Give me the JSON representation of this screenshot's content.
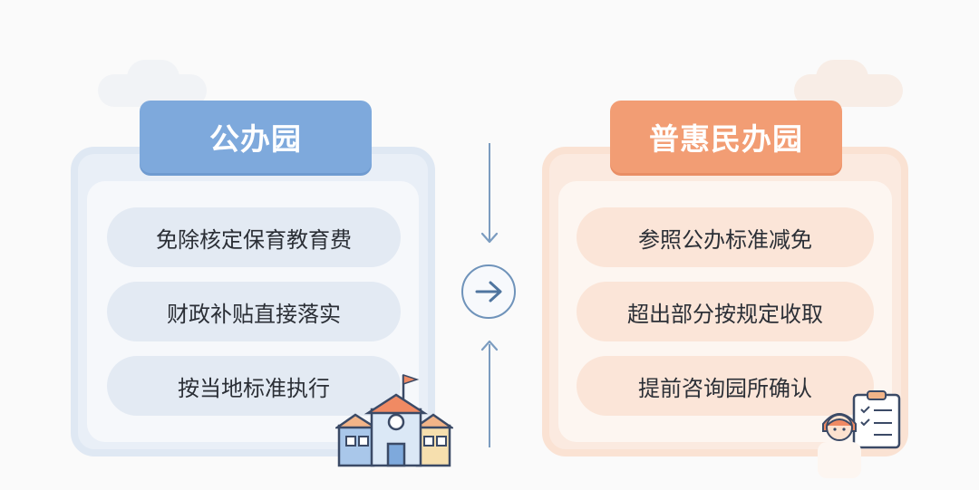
{
  "left_panel": {
    "title": "公办园",
    "items": [
      "免除核定保育教育费",
      "财政补贴直接落实",
      "按当地标准执行"
    ]
  },
  "right_panel": {
    "title": "普惠民办园",
    "items": [
      "参照公办标准减免",
      "超出部分按规定收取",
      "提前咨询园所确认"
    ]
  },
  "icons": {
    "center": "arrow-right-circle-icon",
    "left_illustration": "school-building-icon",
    "right_illustration": "parent-with-clipboard-icon"
  },
  "colors": {
    "blue_accent": "#7ea9dc",
    "orange_accent": "#f29d74",
    "connector": "#6f93ba"
  }
}
